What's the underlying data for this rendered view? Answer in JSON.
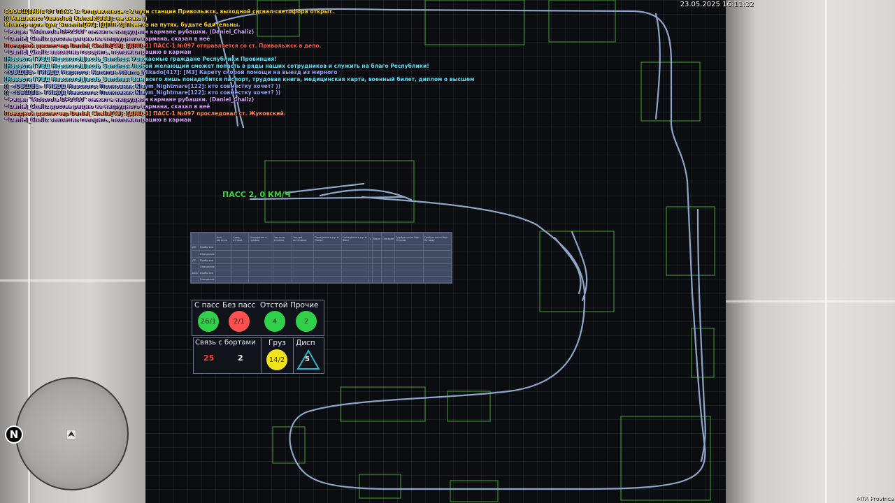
{
  "chat": [
    {
      "text": "СООБЩЕНИЕ ОТ ПАСС 1: Отправляюсь с 2 пути станции Привольжск, выходной сигнал светофора открыт.",
      "color": "yellow"
    },
    {
      "text": "(( Машинист Vsevolod_Kohsak[388]: не знаю ))",
      "color": "yellow"
    },
    {
      "text": "Монтер пути Igor_Susanin[67]: [ДПП-2] Помеха на путях, будьте бдительны.",
      "color": "yellow"
    },
    {
      "text": "* Рация \"Motorola DP2400\" лежит в нагрудном кармане рубашки. (Daniel_Chaliz)",
      "color": "purple"
    },
    {
      "text": "* Daniel_Chaliz достав рацию из нагрудного кармана, сказал в неё",
      "color": "purple"
    },
    {
      "text": "Поездной диспетчер Daniel_Chaliz[43]: [ДНЦ-1] ПАСС-1 №097 отправляется со ст. Привольжск в депо.",
      "color": "red"
    },
    {
      "text": "* Daniel_Chaliz закончив говорить, положил рацию в карман",
      "color": "purple"
    },
    {
      "text": "[Новости ГУВД Невского] Jacob_Sanches: Уважаемые граждане Республики Провинция!",
      "color": "cyan"
    },
    {
      "text": "[Новости ГУВД Невского] Jacob_Sanches: Любой желающий сможет попасть в ряды наших сотрудников и служить на благо Республики!",
      "color": "cyan"
    },
    {
      "text": "<ОБЩЕЕ> ГИБДД Мирного: Капитан Adams_Mikado[417]: [МЗ] Карету скорой помощи на выезд из мирного",
      "color": "blue"
    },
    {
      "text": "[Новости ГУВД Невского] Jacob_Sanches: Вам всего лишь понадобится паспорт, трудовая книга, медицинская карта, военный билет, диплом о высшем",
      "color": "cyan"
    },
    {
      "text": "(( <ОБЩЕЕ> ГИБДД Невского: Полковник Klaym_Nightmare[122]: кто совместку хочет? ))",
      "color": "blue"
    },
    {
      "text": "(( <ОБЩЕЕ> ГИБДД Невского: Полковник Klaym_Nightmare[122]: кто совместку хочет? ))",
      "color": "blue"
    },
    {
      "text": "* Рация \"Motorola DP2400\" лежит в нагрудном кармане рубашки. (Daniel_Chaliz)",
      "color": "purple"
    },
    {
      "text": "* Daniel_Chaliz достав рацию из нагрудного кармана, сказал в неё",
      "color": "purple"
    },
    {
      "text": "Поездной диспетчер Daniel_Chaliz[43]: [ДНЦ-1] ПАСС-1 №097 проследовал ст. Жуковский.",
      "color": "orange"
    },
    {
      "text": "* Daniel_Chaliz закончив говорить, положил рацию в карман",
      "color": "purple"
    }
  ],
  "clock": "23.05.2025 16:11:32",
  "brand": "MTA Province",
  "train_label": "ПАСС 2, 0 КМ/Ч",
  "dispatch_table": {
    "headers": [
      "",
      "",
      "Кол. вагонов",
      "Сред. отправ.",
      "Опоздание в график",
      "Частота отмены",
      "Частей остановок",
      "Опоздание в пути: Лимит",
      "Опоздание в пути: Факт",
      "V",
      "Бюро",
      "Опоздан",
      "Требуется на бор: Отправ.",
      "Требуется на бор: На виду"
    ],
    "rows": [
      {
        "group": "ДП",
        "label": "Прибытие"
      },
      {
        "group": "",
        "label": "Опоздание"
      },
      {
        "group": "ДО",
        "label": "Прибытие"
      },
      {
        "group": "",
        "label": "Опоздание"
      },
      {
        "group": "Бюр",
        "label": "Прибытие"
      },
      {
        "group": "",
        "label": "Опоздание"
      }
    ]
  },
  "status": {
    "s_pass": {
      "label": "С пасс",
      "value": "26/1",
      "color": "#2fd14a"
    },
    "bez_pass": {
      "label": "Без пасс",
      "value": "2/1",
      "color": "#ff5050"
    },
    "otstoy": {
      "label": "Отстой",
      "value": "4",
      "color": "#2fd14a"
    },
    "prochie": {
      "label": "Прочие",
      "value": "2",
      "color": "#2fd14a"
    },
    "svyaz": {
      "label": "Связь с бортами",
      "value_a": "25",
      "value_b": "2"
    },
    "gruz": {
      "label": "Груз",
      "value": "14/2",
      "color": "#f2e21a"
    },
    "disp": {
      "label": "Дисп",
      "value": "5",
      "color": "#2bb7c9"
    }
  },
  "minimap": {
    "north_label": "N"
  }
}
